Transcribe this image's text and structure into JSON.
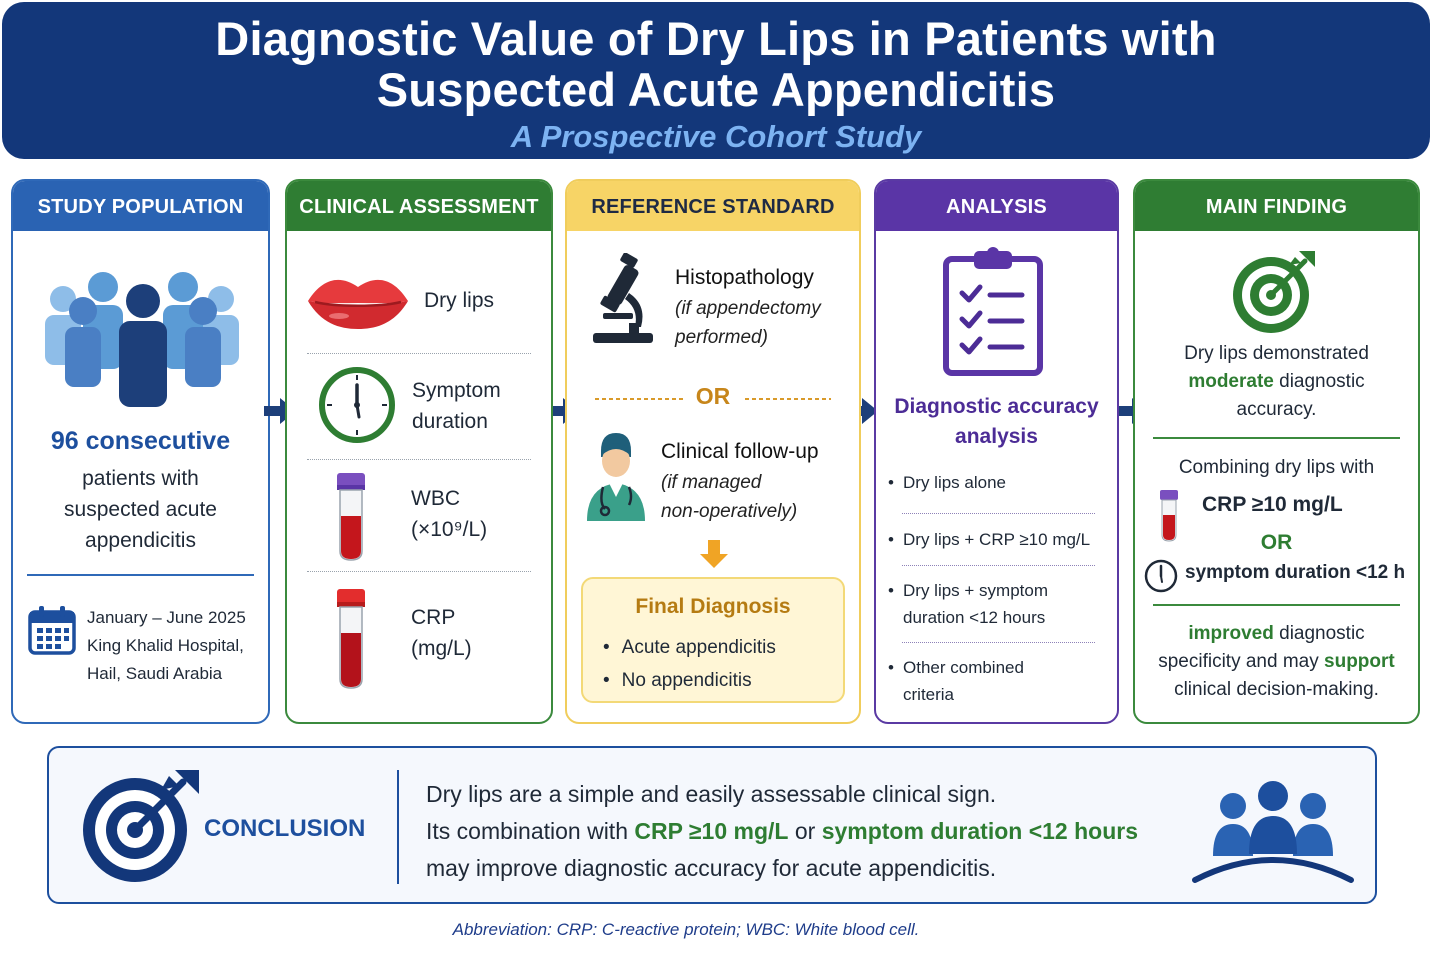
{
  "header": {
    "title_line1": "Diagnostic Value of Dry Lips in Patients with",
    "title_line2": "Suspected Acute Appendicitis",
    "subtitle": "A Prospective Cohort Study"
  },
  "population": {
    "heading": "STUDY POPULATION",
    "count": "96 consecutive",
    "desc_line1": "patients with",
    "desc_line2": "suspected acute",
    "desc_line3": "appendicitis",
    "period": "January – June 2025",
    "site_line1": "King Khalid Hospital,",
    "site_line2": "Hail, Saudi Arabia"
  },
  "assessment": {
    "heading": "CLINICAL ASSESSMENT",
    "items": [
      {
        "line1": "Dry lips",
        "line2": ""
      },
      {
        "line1": "Symptom",
        "line2": "duration"
      },
      {
        "line1": "WBC",
        "line2": "(×10⁹/L)"
      },
      {
        "line1": "CRP",
        "line2": "(mg/L)"
      }
    ]
  },
  "reference": {
    "heading": "REFERENCE STANDARD",
    "histo_title": "Histopathology",
    "histo_sub1": "(if appendectomy",
    "histo_sub2": "performed)",
    "or": "OR",
    "followup_title": "Clinical follow-up",
    "followup_sub1": "(if managed",
    "followup_sub2": "non-operatively)",
    "final_title": "Final Diagnosis",
    "final_items": [
      "Acute appendicitis",
      "No appendicitis"
    ]
  },
  "analysis": {
    "heading": "ANALYSIS",
    "title_line1": "Diagnostic accuracy",
    "title_line2": "analysis",
    "items": [
      {
        "line1": "Dry lips alone",
        "line2": ""
      },
      {
        "line1": "Dry lips + CRP ≥10 mg/L",
        "line2": ""
      },
      {
        "line1": "Dry lips + symptom",
        "line2": "duration <12 hours"
      },
      {
        "line1": "Other combined",
        "line2": "criteria"
      }
    ]
  },
  "finding": {
    "heading": "MAIN FINDING",
    "l1": "Dry lips demonstrated",
    "l2_hl": "moderate",
    "l2_rest": " diagnostic",
    "l3": "accuracy.",
    "combining": "Combining dry lips with",
    "crp": "CRP ≥10 mg/L",
    "or": "OR",
    "symptom": "symptom duration <12 h",
    "r1_hl": "improved",
    "r1_rest": " diagnostic",
    "r2_pre": "specificity and may ",
    "r2_hl": "support",
    "r3": "clinical decision-making."
  },
  "conclusion": {
    "label": "CONCLUSION",
    "line1": "Dry lips are a simple and easily assessable clinical sign.",
    "line2_pre": "Its combination with ",
    "line2_hl1": "CRP ≥10 mg/L",
    "line2_mid": " or ",
    "line2_hl2": "symptom duration <12 hours",
    "line3": "may improve diagnostic accuracy for acute appendicitis."
  },
  "abbreviation": "Abbreviation: CRP: C-reactive protein; WBC: White blood cell.",
  "colors": {
    "navy": "#13377a",
    "population_blue": "#2a63b3",
    "assessment_green": "#2f7d33",
    "reference_yellow": "#f7d466",
    "analysis_purple": "#5a35a6",
    "finding_green": "#2f7d33",
    "highlight_green": "#2e7d32",
    "or_orange": "#c7861b"
  },
  "icons": [
    "people-group-icon",
    "calendar-icon",
    "lips-icon",
    "clock-icon",
    "test-tube-icon",
    "microscope-icon",
    "doctor-icon",
    "down-arrow-icon",
    "clipboard-checklist-icon",
    "target-icon",
    "team-icon",
    "right-arrow-icon"
  ]
}
